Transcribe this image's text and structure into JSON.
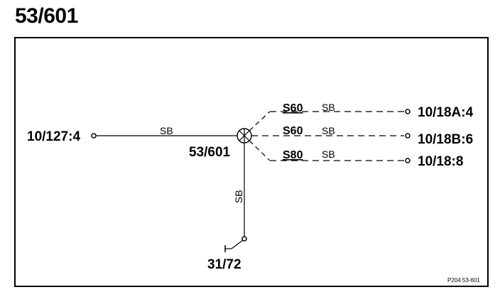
{
  "title": "53/601",
  "splice": {
    "label": "53/601"
  },
  "left_connector": {
    "label": "10/127:4",
    "wire_color": "SB"
  },
  "ground": {
    "label": "31/72",
    "wire_color": "SB"
  },
  "branches": [
    {
      "variant": "S60",
      "wire_color": "SB",
      "connector": "10/18A:4"
    },
    {
      "variant": "S60",
      "wire_color": "SB",
      "connector": "10/18B:6"
    },
    {
      "variant": "S80",
      "wire_color": "SB",
      "connector": "10/18:8"
    }
  ],
  "reference": "P204 53-601"
}
